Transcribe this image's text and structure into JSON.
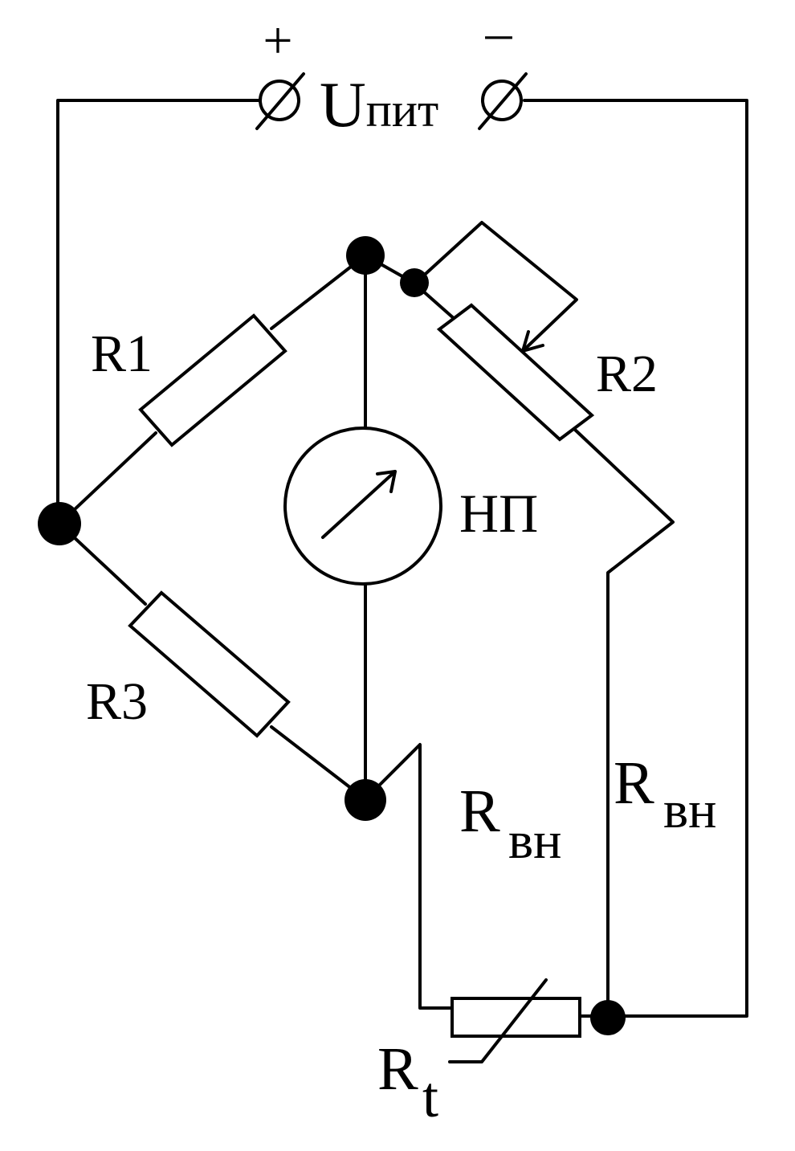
{
  "supply": {
    "plus": "+",
    "minus": "–",
    "label_main": "U",
    "label_sub": "пит"
  },
  "components": {
    "r1": "R1",
    "r2": "R2",
    "r3": "R3",
    "meter": "НП",
    "rt_main": "R",
    "rt_sub": "t",
    "rvn_left_main": "R",
    "rvn_left_sub": "вн",
    "rvn_right_main": "R",
    "rvn_right_sub": "вн"
  },
  "colors": {
    "ink": "#000000",
    "paper": "#ffffff"
  }
}
